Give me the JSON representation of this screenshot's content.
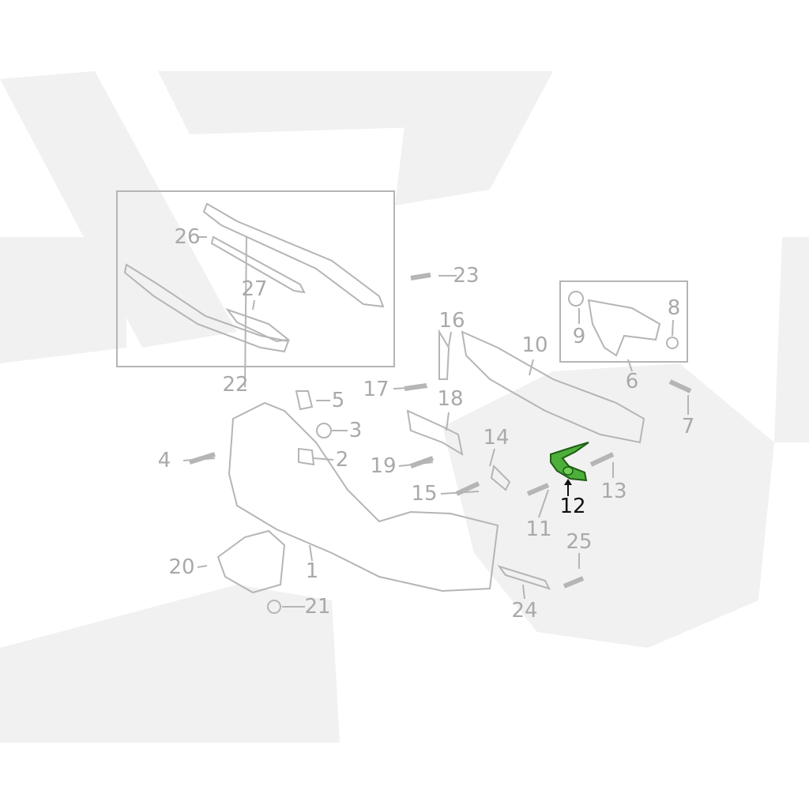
{
  "diagram": {
    "highlighted_part": "12",
    "highlight_color": "#4caf3a",
    "line_color": "#b5b5b5",
    "labels": [
      "1",
      "2",
      "3",
      "4",
      "5",
      "6",
      "7",
      "8",
      "9",
      "10",
      "11",
      "12",
      "13",
      "14",
      "15",
      "16",
      "17",
      "18",
      "19",
      "20",
      "21",
      "22",
      "23",
      "24",
      "25",
      "26",
      "27"
    ]
  }
}
